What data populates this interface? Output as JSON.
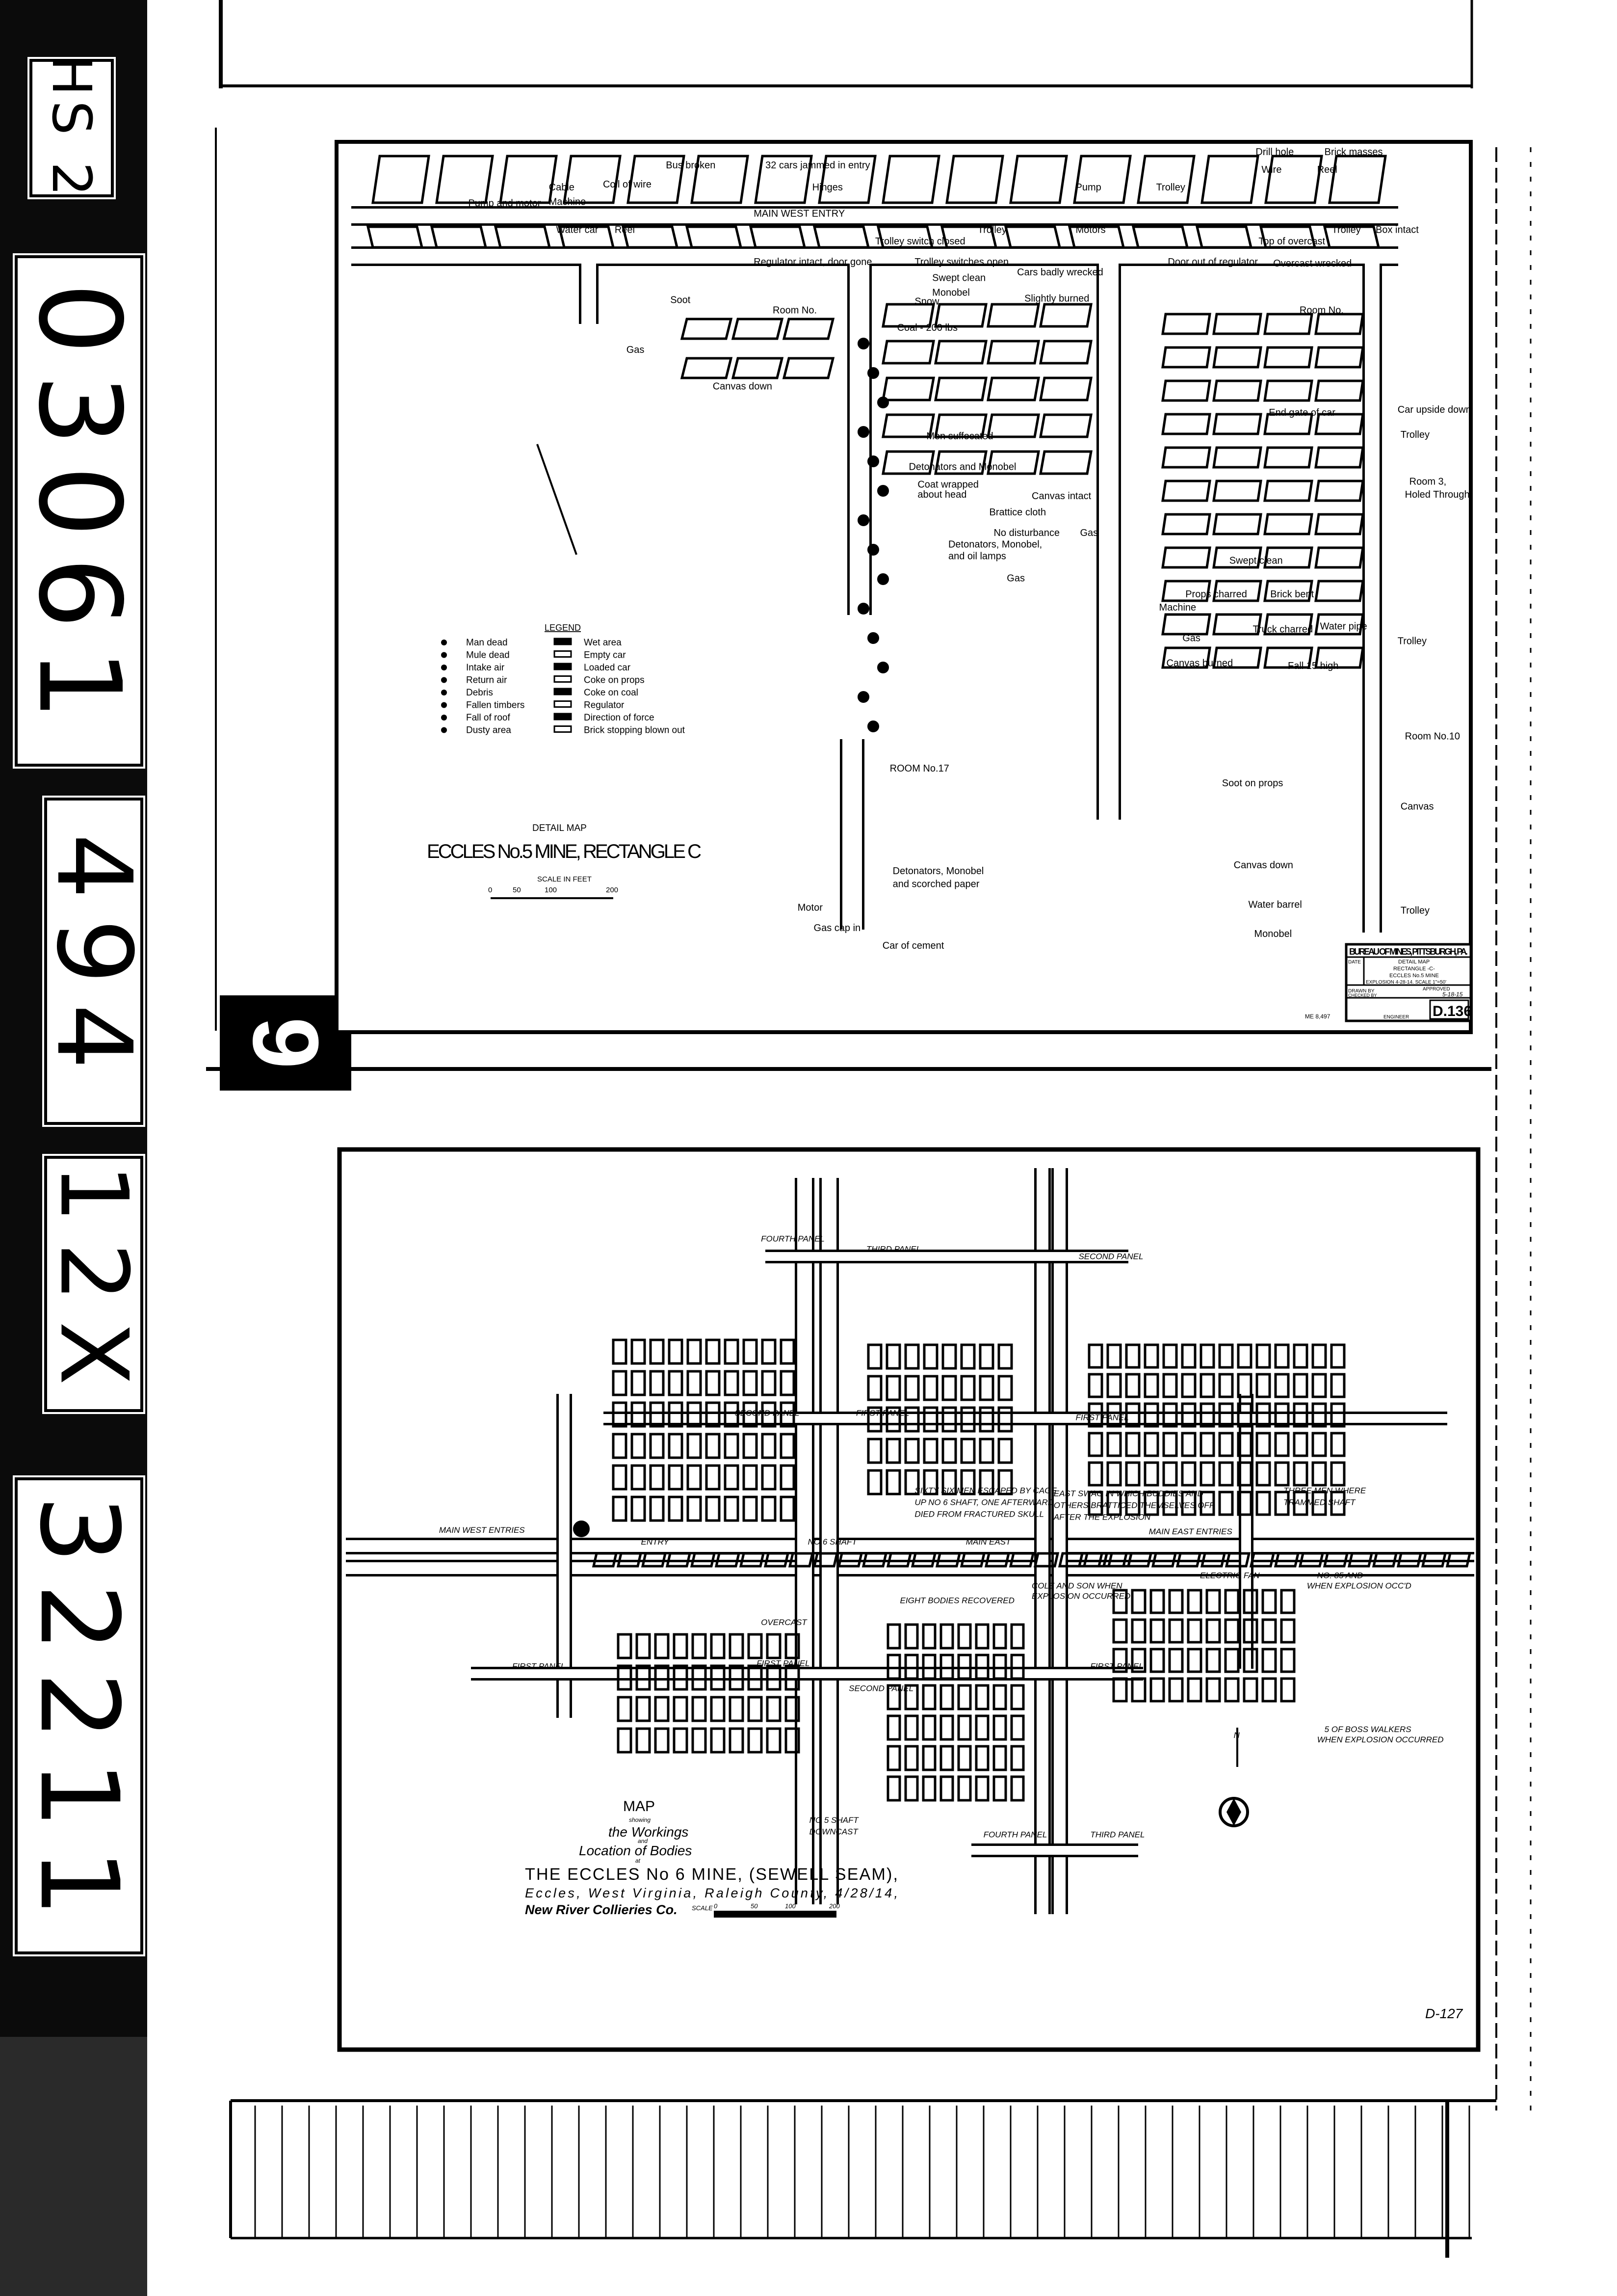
{
  "film_strip": {
    "labels": [
      "HS 2",
      "03061",
      "494",
      "12X",
      "32211"
    ]
  },
  "frame_number": "9",
  "top_map": {
    "small_title": "DETAIL MAP",
    "title": "ECCLES No.5 MINE, RECTANGLE C",
    "scale_label": "SCALE IN FEET",
    "scale_ticks": [
      "0",
      "50",
      "100",
      "200"
    ],
    "legend": {
      "title": "LEGEND",
      "left": [
        "Man dead",
        "Mule dead",
        "Intake air",
        "Return air",
        "Debris",
        "Fallen timbers",
        "Fall of roof",
        "Dusty area"
      ],
      "right": [
        "Wet area",
        "Empty car",
        "Loaded car",
        "Coke on props",
        "Coke on coal",
        "Regulator",
        "Direction of force",
        "Brick stopping blown out"
      ]
    },
    "labels": [
      "Bus broken",
      "32 cars jammed in entry",
      "Drill hole",
      "Brick masses",
      "Wire",
      "Reel",
      "Cable",
      "Machine",
      "Coil of wire",
      "Pump and motor",
      "Hinges",
      "Pump",
      "Trolley",
      "MAIN WEST ENTRY",
      "Water car",
      "Reel",
      "Trolley switch closed",
      "Trolley",
      "Motors",
      "Top of overcast",
      "Trolley",
      "Box intact",
      "Regulator intact, door gone",
      "Trolley switches open",
      "Swept clean",
      "Monobel",
      "Cars badly wrecked",
      "Slightly burned",
      "Door out of regulator",
      "Overcast wrecked",
      "Soot",
      "Room No.",
      "Snow",
      "Room No.",
      "Gas",
      "Coal - 200 lbs",
      "Canvas down",
      "End gate of car",
      "Car upside down",
      "Trolley",
      "Men suffocated",
      "Detonators and Monobel",
      "Coat wrapped",
      "about head",
      "Canvas intact",
      "Room 3,",
      "Holed Through",
      "Brattice cloth",
      "No disturbance",
      "Detonators, Monobel,",
      "and oil lamps",
      "Gas",
      "Swept clean",
      "Gas",
      "Props charred",
      "Machine",
      "Brick bent",
      "Truck charred",
      "Water pipe",
      "Gas",
      "Canvas burned",
      "Fall 15 high",
      "Trolley",
      "Room No.10",
      "Soot on props",
      "Canvas",
      "Canvas down",
      "Water barrel",
      "Monobel",
      "Trolley",
      "ROOM No.17",
      "Detonators, Monobel",
      "and scorched paper",
      "Motor",
      "Gas cap in",
      "Car of cement"
    ],
    "title_block": {
      "header": "BUREAU OF MINES, PITTSBURGH, PA.",
      "date_label": "DATE",
      "line1": "DETAIL MAP",
      "line2": "RECTANGLE -C-",
      "line3": "ECCLES No.5 MINE",
      "line4": "EXPLOSION 4-28-14.  SCALE 1\"=50'",
      "drawn_by": "DRAWN BY",
      "checked_by": "CHECKED BY",
      "approved": "APPROVED",
      "approved_date": "5-18-15",
      "engineer": "ENGINEER",
      "sheet": "D.136",
      "ref": "ME 8,497"
    }
  },
  "bottom_map": {
    "labels": [
      "FOURTH PANEL",
      "THIRD PANEL",
      "SECOND PANEL",
      "SECOND PANEL",
      "FIRST PANEL",
      "FIRST PANEL",
      "MAIN WEST ENTRIES",
      "ENTRY",
      "NO 6 SHAFT",
      "MAIN EAST",
      "MAIN EAST ENTRIES",
      "SIXTY SIX MEN ESCAPED BY CAGE",
      "UP NO 6 SHAFT, ONE AFTERWARD",
      "DIED FROM FRACTURED SKULL",
      "EAST SWAG IN WHICH BUDDIES AND",
      "OTHERS BRATTICED THEMSELVES OFF",
      "AFTER THE EXPLOSION",
      "THREE MEN WHERE",
      "TRAMMED SHAFT",
      "ELECTRIC FAN",
      "NO. 85 AND",
      "WHEN EXPLOSION OCC'D",
      "COLE AND SON WHEN",
      "EXPLOSION OCCURRED",
      "EIGHT BODIES RECOVERED",
      "OVERCAST",
      "FIRST PANEL",
      "FIRST PANEL",
      "SECOND PANEL",
      "FIRST PANEL",
      "5 OF BOSS WALKERS",
      "WHEN EXPLOSION OCCURRED",
      "FOURTH PANEL",
      "THIRD PANEL",
      "NO 5 SHAFT",
      "DOWNCAST",
      "N"
    ],
    "title": {
      "map": "MAP",
      "showing": "showing",
      "workings": "the Workings",
      "and": "and",
      "location": "Location of Bodies",
      "at": "at",
      "mine": "THE ECCLES No 6 MINE, (SEWELL SEAM),",
      "place": "Eccles, West Virginia, Raleigh County, 4/28/14,",
      "company": "New River Collieries Co.",
      "scale": "SCALE",
      "scale_ticks": [
        "0",
        "50",
        "100",
        "200"
      ]
    },
    "sheet": "D-127"
  }
}
